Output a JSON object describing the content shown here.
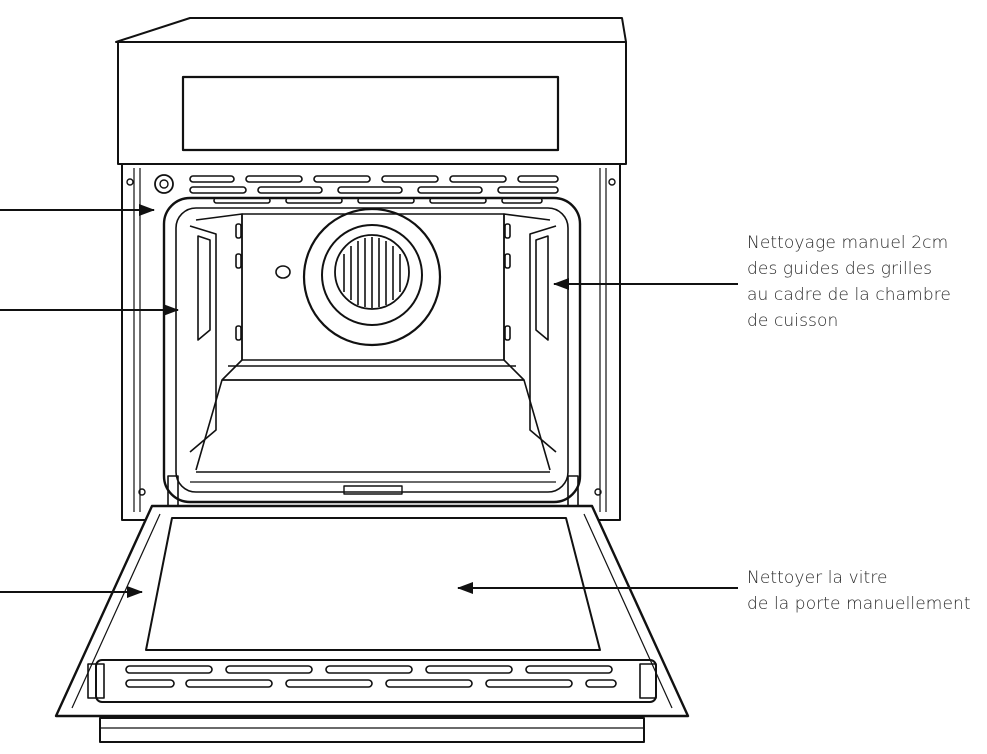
{
  "callouts": {
    "rack_guides": {
      "lines": [
        "Nettoyage manuel 2cm",
        "des guides des grilles",
        "au cadre de la chambre",
        "de cuisson"
      ]
    },
    "door_glass": {
      "lines": [
        "Nettoyer la vitre",
        "de la porte manuellement"
      ]
    }
  },
  "colors": {
    "line": "#111111",
    "text": "#2a2a2a",
    "background": "#ffffff"
  }
}
